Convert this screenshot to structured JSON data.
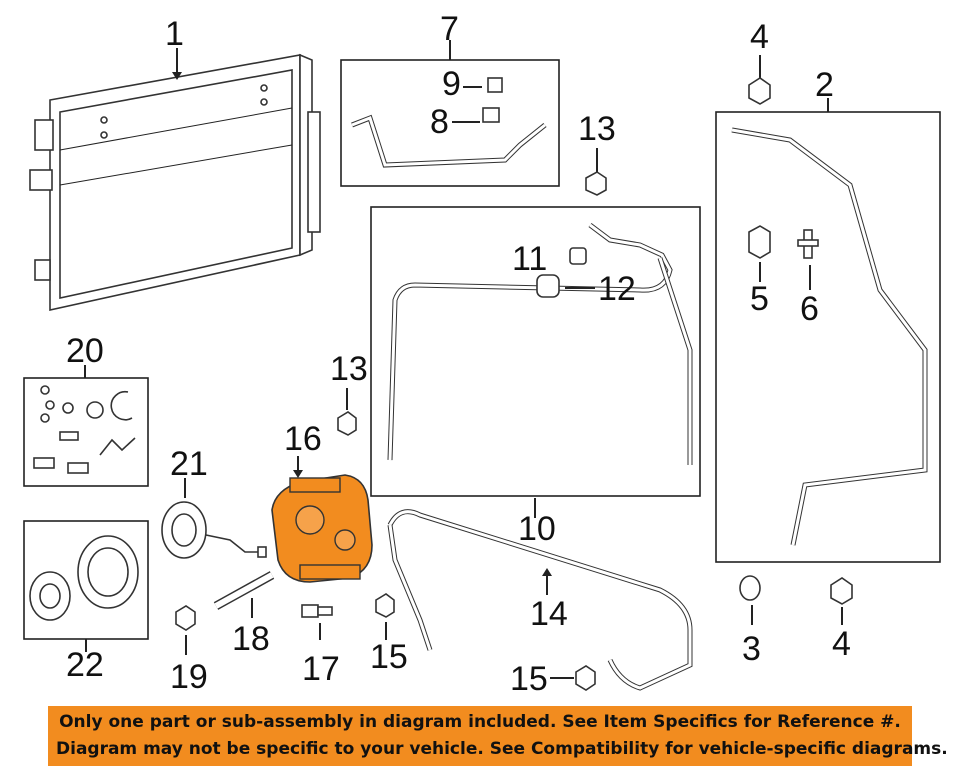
{
  "labels": {
    "l1": "1",
    "l2": "2",
    "l3": "3",
    "l4a": "4",
    "l4b": "4",
    "l5": "5",
    "l6": "6",
    "l7": "7",
    "l8": "8",
    "l9": "9",
    "l10": "10",
    "l11": "11",
    "l12": "12",
    "l13a": "13",
    "l13b": "13",
    "l14": "14",
    "l15a": "15",
    "l15b": "15",
    "l16": "16",
    "l17": "17",
    "l18": "18",
    "l19": "19",
    "l20": "20",
    "l21": "21",
    "l22": "22"
  },
  "notice": {
    "line1": "Only one part or sub-assembly in diagram included. See Item Specifics for Reference #.",
    "line2": "Diagram may not be specific to your vehicle. See Compatibility for vehicle-specific diagrams."
  },
  "colors": {
    "highlight": "#f28c1f",
    "line": "#222222"
  }
}
